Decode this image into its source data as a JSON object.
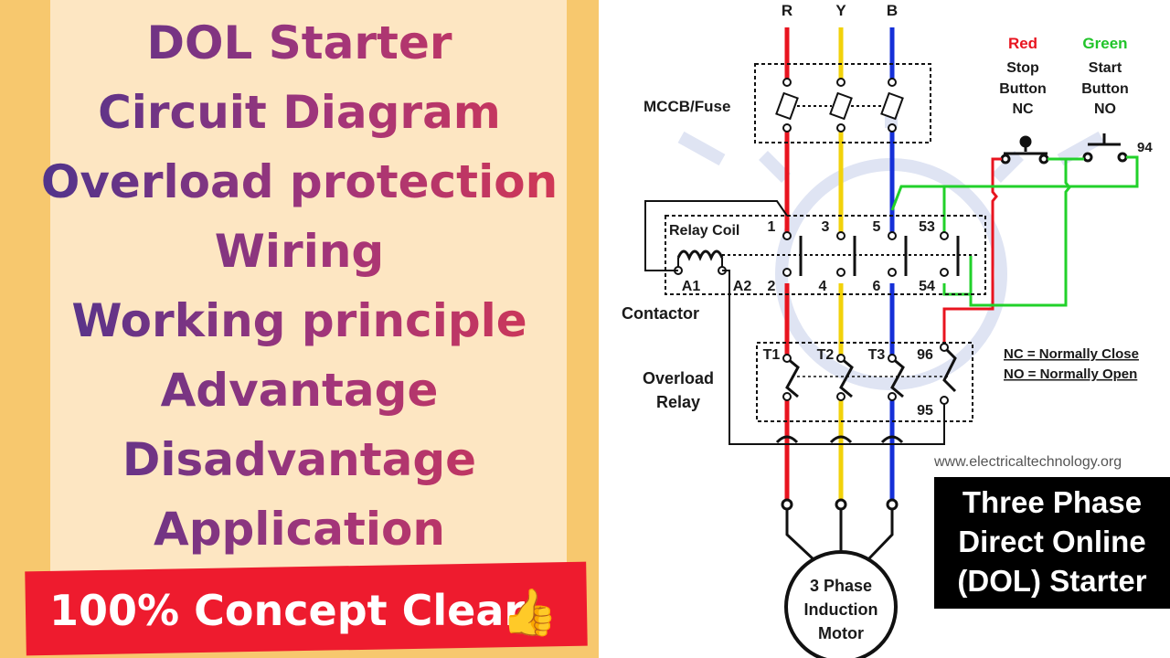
{
  "left": {
    "topics": [
      "DOL Starter",
      "Circuit Diagram",
      "Overload protection",
      "Wiring",
      "Working principle",
      "Advantage",
      "Disadvantage",
      "Application"
    ],
    "banner": "100% Concept Clear",
    "banner_icon": "thumbs-up-icon"
  },
  "diagram": {
    "phases": [
      "R",
      "Y",
      "B"
    ],
    "phase_colors": {
      "R": "#e8141f",
      "Y": "#f2d20a",
      "B": "#1530d8"
    },
    "control_wire_color": "#21d12a",
    "mccb_label": "MCCB/Fuse",
    "red_label": "Red",
    "green_label": "Green",
    "stop_button": [
      "Stop",
      "Button",
      "NC"
    ],
    "start_button": [
      "Start",
      "Button",
      "NO"
    ],
    "terminal_94": "94",
    "relay_coil": "Relay Coil",
    "top_terminals": [
      "1",
      "3",
      "5",
      "53"
    ],
    "bottom_terminals": [
      "A1",
      "A2",
      "2",
      "4",
      "6",
      "54"
    ],
    "contactor_label": "Contactor",
    "overload_terminals": [
      "T1",
      "T2",
      "T3",
      "96"
    ],
    "terminal_95": "95",
    "overload_label": [
      "Overload",
      "Relay"
    ],
    "legend": [
      "NC = Normally Close",
      "NO = Normally Open"
    ],
    "watermark": "www.electricaltechnology.org",
    "motor": [
      "3 Phase",
      "Induction",
      "Motor"
    ],
    "title_box": [
      "Three Phase",
      "Direct Online",
      "(DOL) Starter"
    ]
  }
}
